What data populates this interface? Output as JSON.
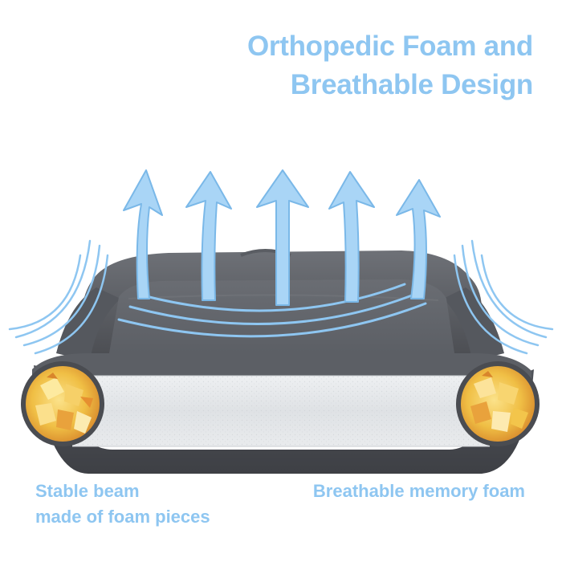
{
  "headline": {
    "line1": "Orthopedic Foam and",
    "line2": "Breathable Design"
  },
  "captions": {
    "left": {
      "line1": "Stable beam",
      "line2": "made of foam pieces"
    },
    "right": {
      "line1": "Breathable memory foam"
    }
  },
  "colors": {
    "accent": "#8ec6f1",
    "arrow_fill": "#a9d5f6",
    "arrow_stroke": "#7ab8e8",
    "bed_gray": "#5d6066",
    "bed_dark": "#47494e",
    "foam_white": "#e8eaec",
    "foam_yellow": "#f3c54b",
    "foam_orange": "#e99a35"
  },
  "icons": {
    "airflow_arrow": "up-arrow-icon",
    "airflow_wave": "airflow-wave-icon",
    "foam_pieces": "foam-pieces-icon"
  }
}
